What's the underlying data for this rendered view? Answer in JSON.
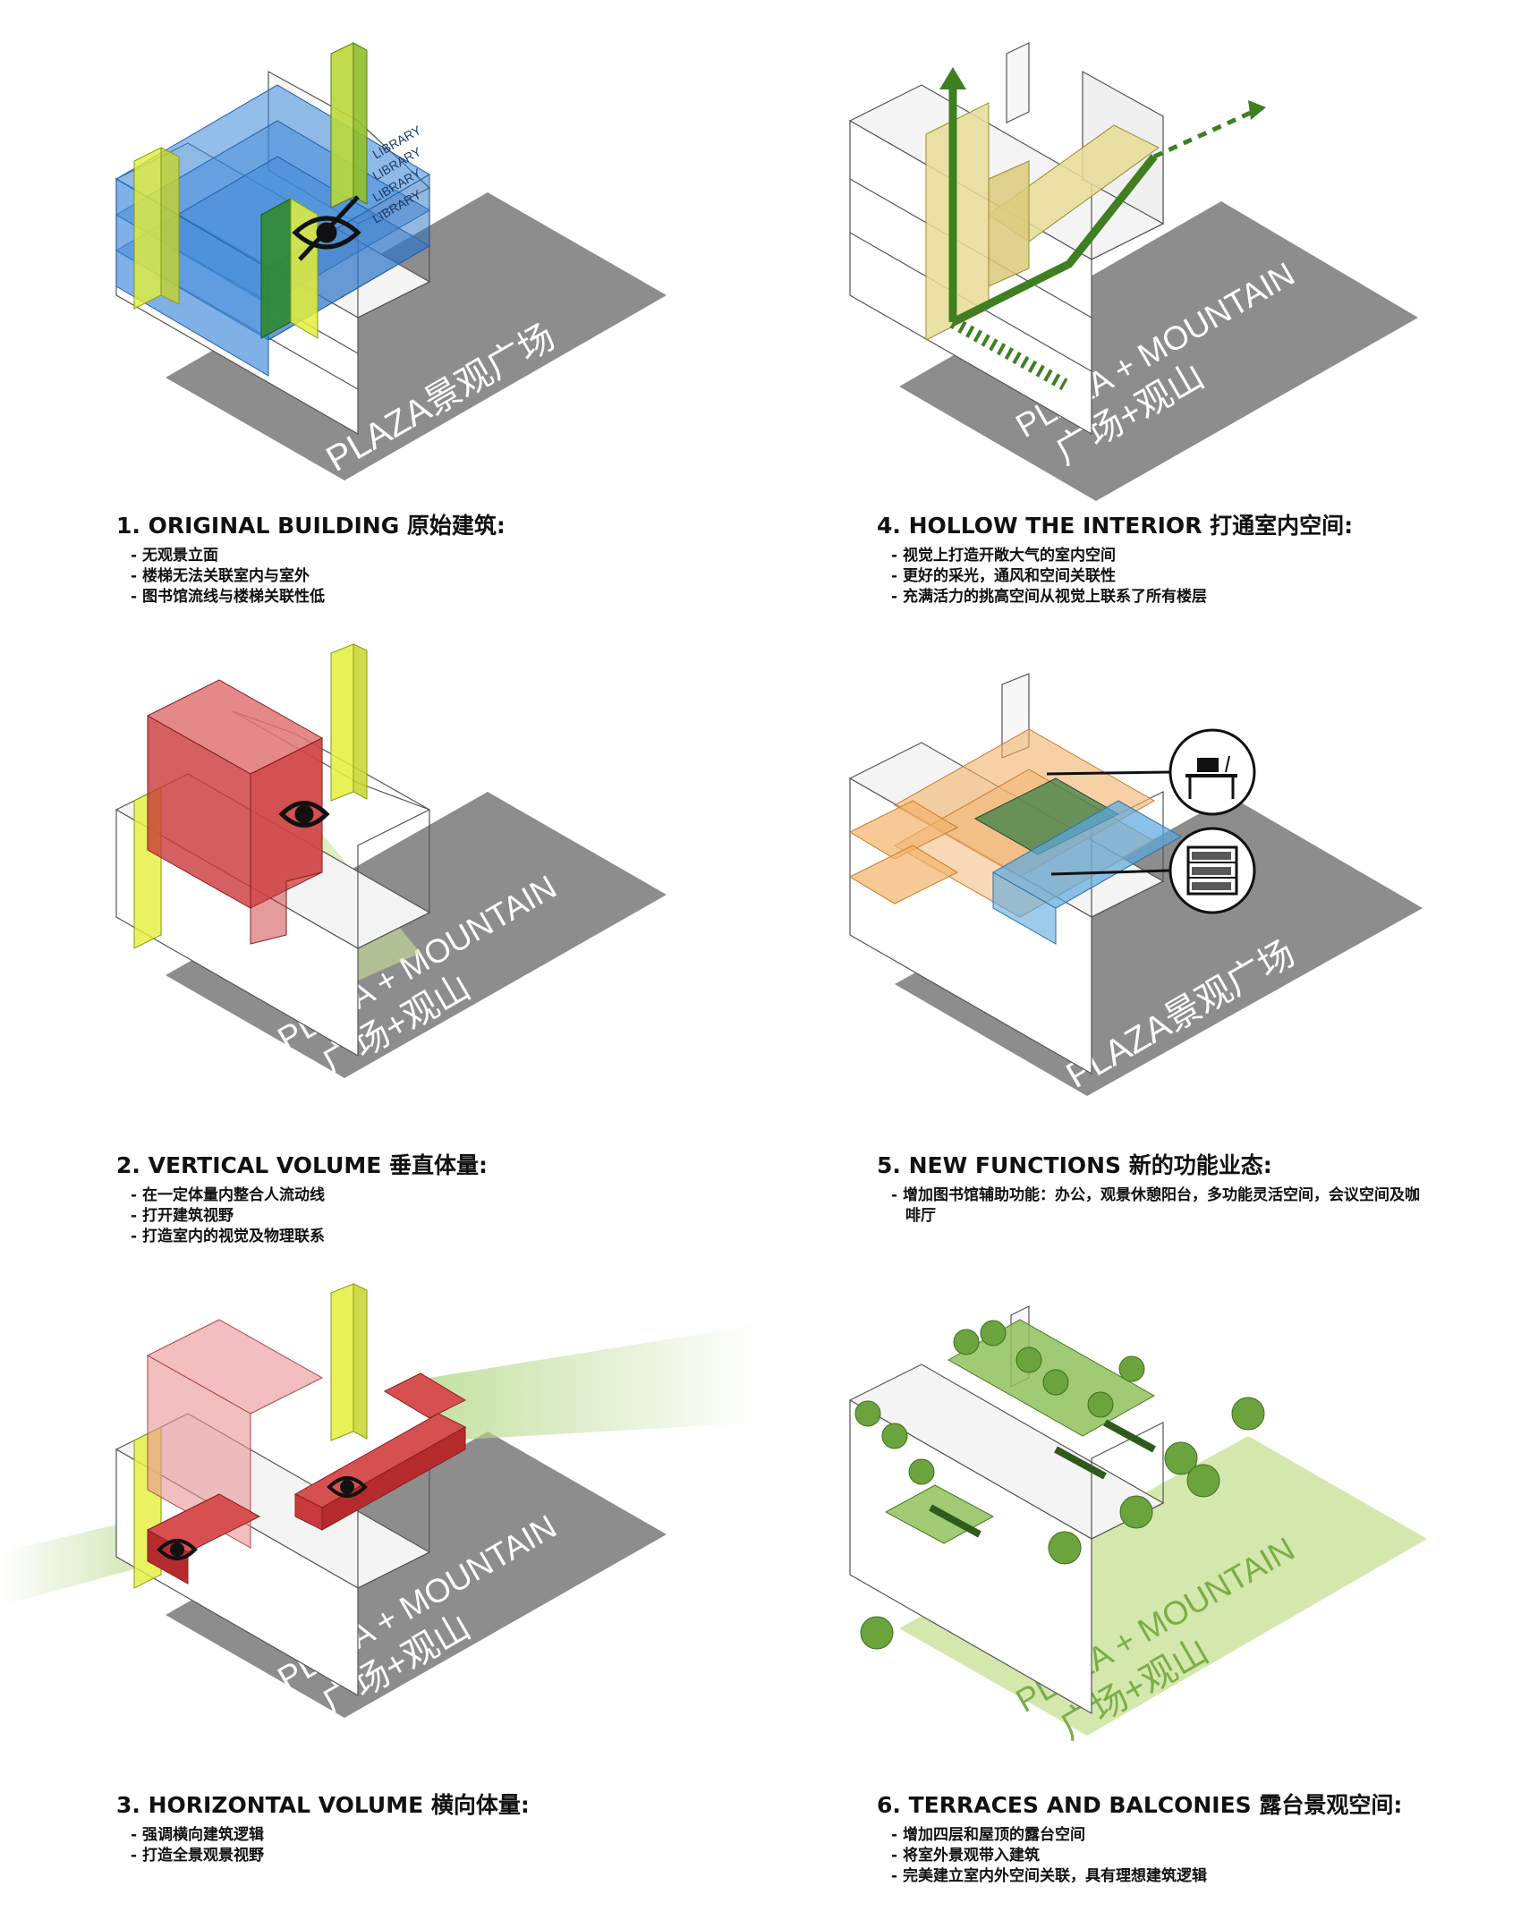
{
  "panels": [
    {
      "title": "1. ORIGINAL BUILDING 原始建筑:",
      "bullets": [
        "无观景立面",
        "楼梯无法关联室内与室外",
        "图书馆流线与楼梯关联性低"
      ],
      "plaza_label": "PLAZA景观广场",
      "library_labels": [
        "LIBRARY",
        "LIBRARY",
        "LIBRARY",
        "LIBRARY"
      ]
    },
    {
      "title": "2. VERTICAL VOLUME 垂直体量:",
      "bullets": [
        "在一定体量内整合人流动线",
        "打开建筑视野",
        "打造室内的视觉及物理联系"
      ],
      "plaza_label_line1": "PLAZA + MOUNTAIN",
      "plaza_label_line2": "广场+观山"
    },
    {
      "title": "3. HORIZONTAL VOLUME 横向体量:",
      "bullets": [
        "强调横向建筑逻辑",
        "打造全景观景视野"
      ],
      "plaza_label_line1": "PLAZA + MOUNTAIN",
      "plaza_label_line2": "广场+观山"
    },
    {
      "title": "4. HOLLOW THE INTERIOR 打通室内空间:",
      "bullets": [
        "视觉上打造开敞大气的室内空间",
        "更好的采光，通风和空间关联性",
        "充满活力的挑高空间从视觉上联系了所有楼层"
      ],
      "plaza_label_line1": "PLAZA + MOUNTAIN",
      "plaza_label_line2": "广场+观山"
    },
    {
      "title": "5. NEW FUNCTIONS 新的功能业态:",
      "bullets": [
        "增加图书馆辅助功能：办公，观景休憩阳台，多功能灵活空间，会议空间及咖啡厅"
      ],
      "plaza_label": "PLAZA景观广场"
    },
    {
      "title": "6. TERRACES AND BALCONIES 露台景观空间:",
      "bullets": [
        "增加四层和屋顶的露台空间",
        "将室外景观带入建筑",
        "完美建立室内外空间关联，具有理想建筑逻辑"
      ],
      "plaza_label_line1": "PLAZA + MOUNTAIN",
      "plaza_label_line2": "广场+观山"
    }
  ],
  "colors": {
    "plaza_gray": "#8c8c8c",
    "plaza_green": "#d4e8ae",
    "library_blue": "#3a86d8",
    "stair_yellow": "#e4ef3a",
    "vertical_red": "#c9383a",
    "hollow_tan": "#e8dc95",
    "function_orange": "#f2b26b",
    "tree_green": "#6ba33d",
    "arrow_green": "#2f6a1e"
  }
}
